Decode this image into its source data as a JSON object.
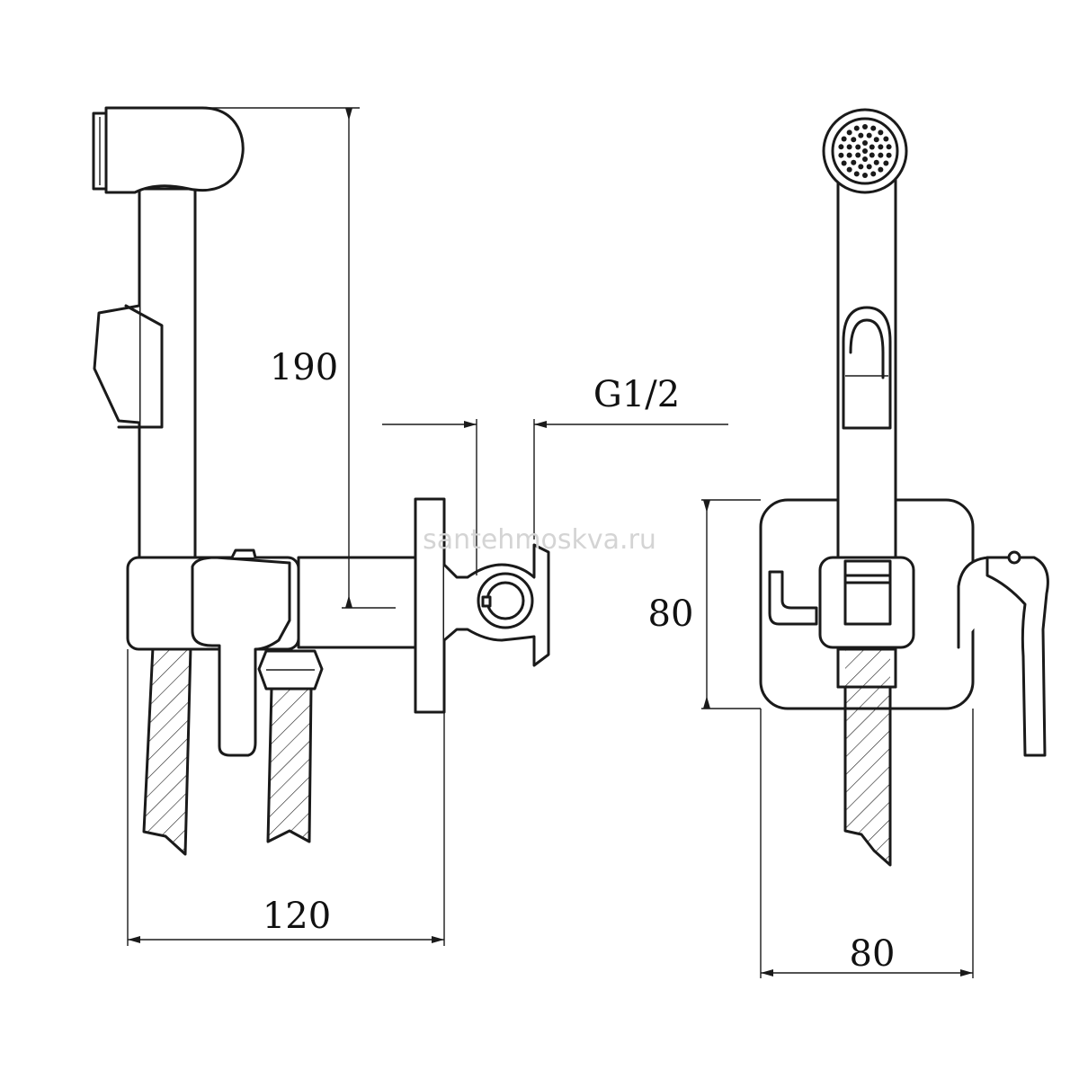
{
  "watermark": "santehmoskva.ru",
  "dimensions": {
    "side_height": "190",
    "side_width": "120",
    "thread": "G1/2",
    "front_height": "80",
    "front_width": "80"
  },
  "colors": {
    "line": "#1a1a1a",
    "background": "#ffffff",
    "watermark": "#d4d4d4"
  }
}
